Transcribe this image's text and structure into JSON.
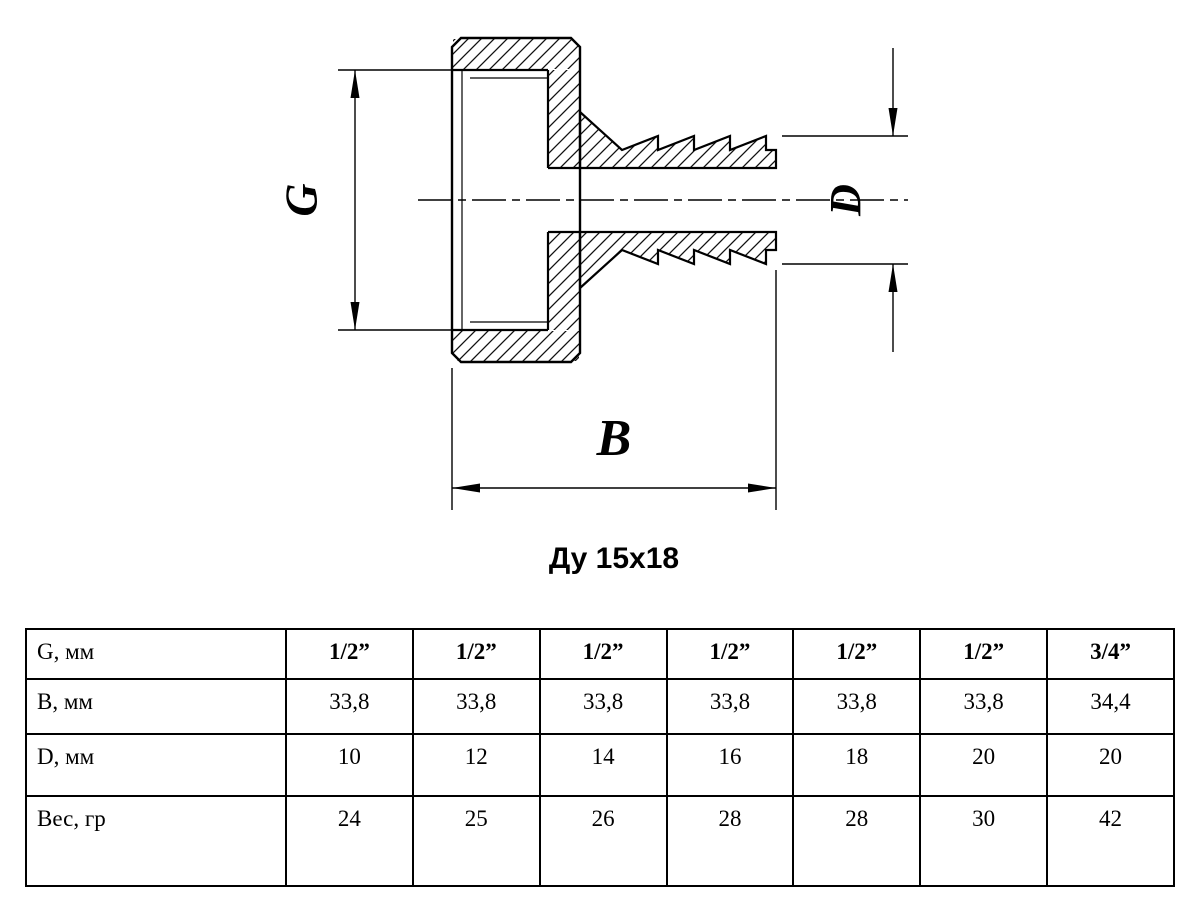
{
  "drawing": {
    "title": "Ду 15x18",
    "labels": {
      "g": "G",
      "b": "B",
      "d": "D"
    }
  },
  "table": {
    "rows": [
      {
        "header": "G, мм",
        "values": [
          "1/2”",
          "1/2”",
          "1/2”",
          "1/2”",
          "1/2”",
          "1/2”",
          "3/4”"
        ]
      },
      {
        "header": "B, мм",
        "values": [
          "33,8",
          "33,8",
          "33,8",
          "33,8",
          "33,8",
          "33,8",
          "34,4"
        ]
      },
      {
        "header": "D, мм",
        "values": [
          "10",
          "12",
          "14",
          "16",
          "18",
          "20",
          "20"
        ]
      },
      {
        "header": "Вес, гр",
        "values": [
          "24",
          "25",
          "26",
          "28",
          "28",
          "30",
          "42"
        ]
      }
    ]
  }
}
